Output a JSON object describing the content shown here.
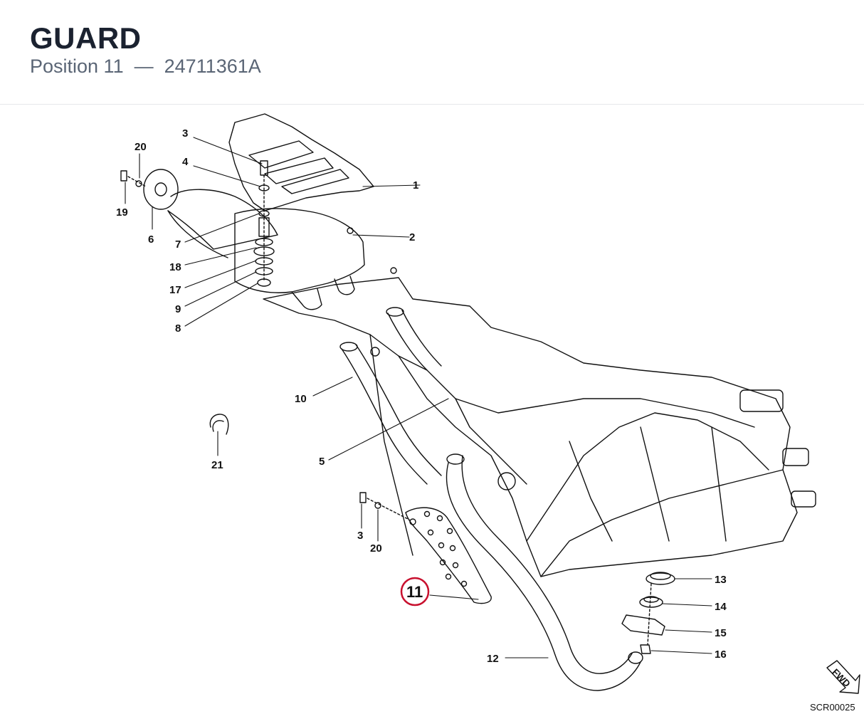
{
  "header": {
    "title": "GUARD",
    "position_label": "Position 11",
    "separator": "—",
    "part_number": "24711361A"
  },
  "highlight": {
    "label": "11",
    "color": "#c8102e"
  },
  "labels": {
    "l1": "1",
    "l2": "2",
    "l3a": "3",
    "l3b": "3",
    "l4": "4",
    "l5": "5",
    "l6": "6",
    "l7": "7",
    "l8": "8",
    "l9": "9",
    "l10": "10",
    "l12": "12",
    "l13": "13",
    "l14": "14",
    "l15": "15",
    "l16": "16",
    "l17": "17",
    "l18": "18",
    "l19": "19",
    "l20a": "20",
    "l20b": "20",
    "l21": "21"
  },
  "fwd_label": "FWD",
  "drawing_code": "SCR00025",
  "colors": {
    "line": "#111111",
    "accent": "#c8102e"
  }
}
